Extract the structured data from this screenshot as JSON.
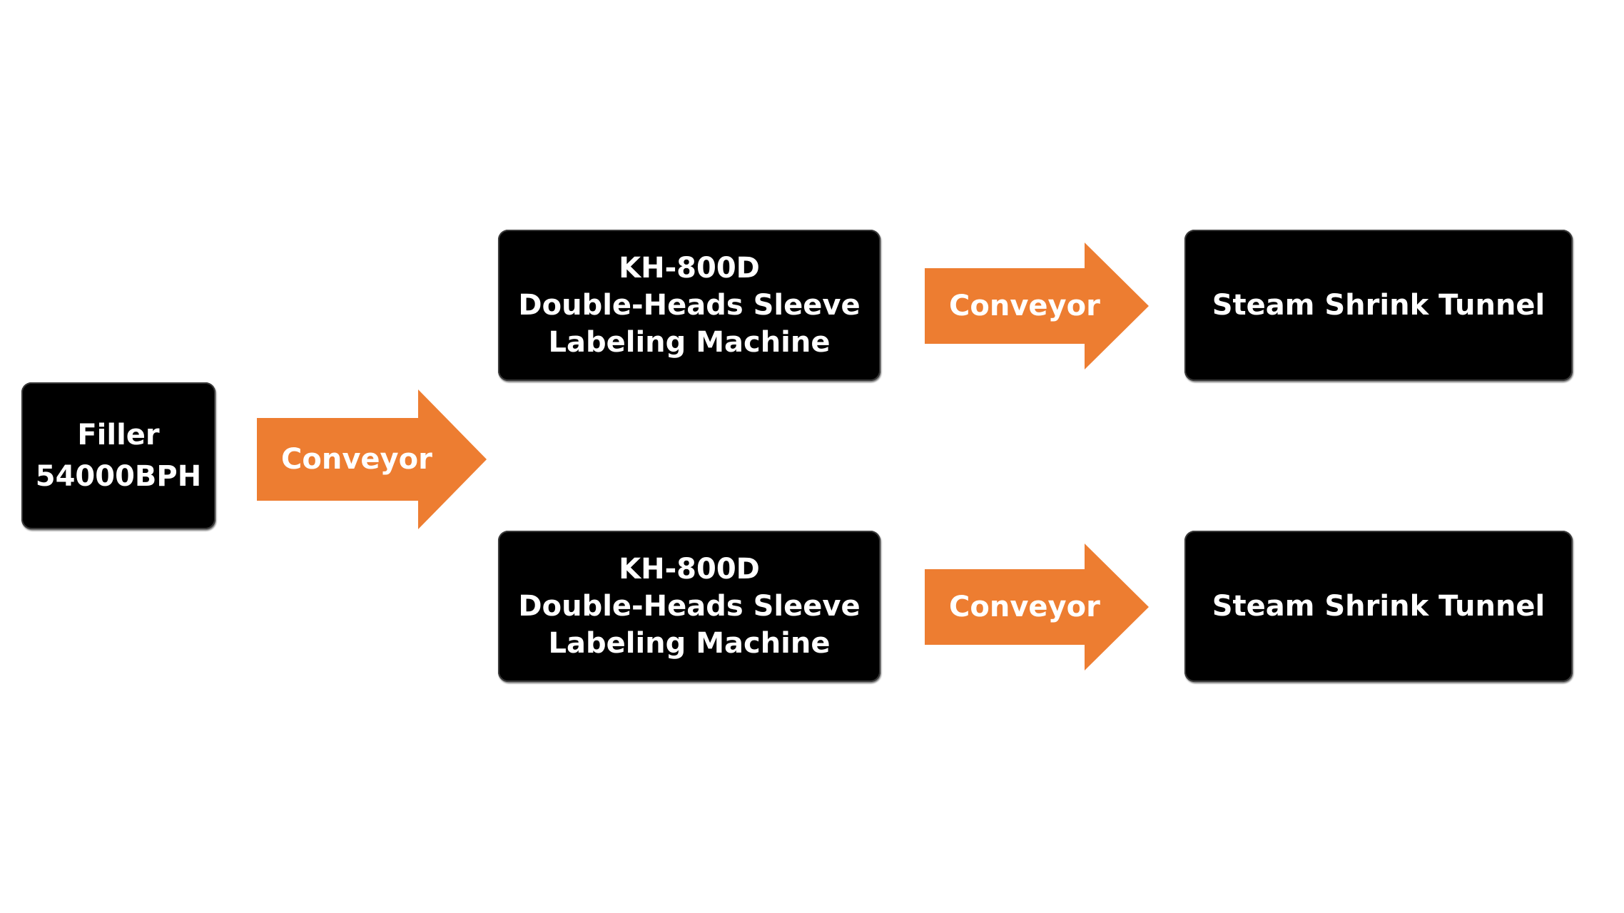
{
  "colors": {
    "box_fill": "#000000",
    "box_text": "#ffffff",
    "arrow_fill": "#ed7d31",
    "arrow_text": "#ffffff",
    "background": "#ffffff"
  },
  "filler": {
    "line1": "Filler",
    "line2": "54000BPH"
  },
  "conveyor_main": {
    "label": "Conveyor"
  },
  "labeler_top": {
    "line1": "KH-800D",
    "line2": "Double-Heads Sleeve",
    "line3": "Labeling Machine"
  },
  "labeler_bottom": {
    "line1": "KH-800D",
    "line2": "Double-Heads Sleeve",
    "line3": "Labeling Machine"
  },
  "conveyor_top": {
    "label": "Conveyor"
  },
  "conveyor_bottom": {
    "label": "Conveyor"
  },
  "tunnel_top": {
    "label": "Steam Shrink Tunnel"
  },
  "tunnel_bottom": {
    "label": "Steam Shrink Tunnel"
  }
}
